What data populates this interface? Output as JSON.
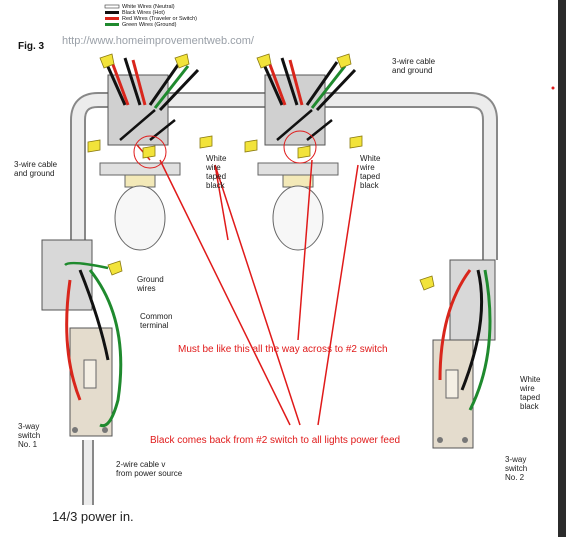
{
  "legend": {
    "items": [
      {
        "label": "White Wires (Neutral)",
        "color": "#ffffff"
      },
      {
        "label": "Black Wires (Hot)",
        "color": "#111111"
      },
      {
        "label": "Red Wires (Traveler or Switch)",
        "color": "#d9261c"
      },
      {
        "label": "Green Wires (Ground)",
        "color": "#1f8a2e"
      }
    ]
  },
  "figure_label": "Fig. 3",
  "source_url": "http://www.homeimprovementweb.com/",
  "labels": {
    "cable_top_right": "3-wire cable\nand ground",
    "cable_left": "3-wire cable\nand ground",
    "white_taped_1": "White\nwire\ntaped\nblack",
    "white_taped_2": "White\nwire\ntaped\nblack",
    "ground_wires": "Ground\nwires",
    "common_terminal": "Common\nterminal",
    "switch1": "3-way\nswitch\nNo. 1",
    "two_wire": "2-wire cable v\nfrom power source",
    "white_taped_3": "White\nwire\ntaped\nblack",
    "switch2": "3-way\nswitch\nNo. 2"
  },
  "annotations": {
    "note1": "Must be like this all the way across to #2 switch",
    "note2": "Black comes back from #2 switch to all  lights power feed"
  },
  "caption": "14/3 power in.",
  "colors": {
    "annotation": "#e01a1a",
    "wire_red": "#d9261c",
    "wire_green": "#1f8a2e",
    "wire_black": "#111111",
    "wire_nut": "#f2e33a",
    "cable": "#e8e8e8",
    "box": "#cfcfcf"
  }
}
